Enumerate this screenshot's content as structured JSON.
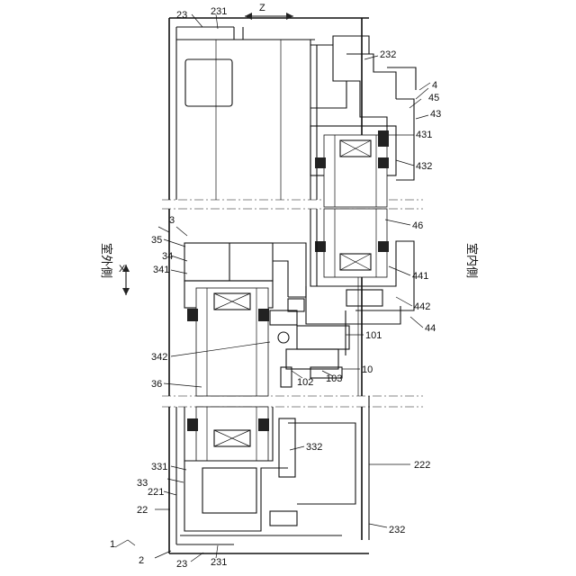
{
  "labels": {
    "l1": "1",
    "l2": "2",
    "l3": "3",
    "l4": "4",
    "l10": "10",
    "l22": "22",
    "l23a": "23",
    "l23b": "23",
    "l33": "33",
    "l34": "34",
    "l35": "35",
    "l36": "36",
    "l43": "43",
    "l44": "44",
    "l45": "45",
    "l46": "46",
    "l101": "101",
    "l102": "102",
    "l103": "103",
    "l221": "221",
    "l222": "222",
    "l231a": "231",
    "l231b": "231",
    "l232a": "232",
    "l232b": "232",
    "l331": "331",
    "l332": "332",
    "l341": "341",
    "l342": "342",
    "l431": "431",
    "l432": "432",
    "l441": "441",
    "l442": "442"
  },
  "axes": {
    "z": "Z",
    "x": "X"
  },
  "sides": {
    "outdoor": "室外側",
    "indoor": "室内側"
  }
}
